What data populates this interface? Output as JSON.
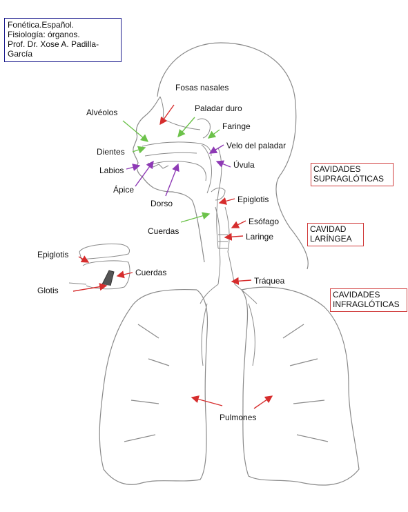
{
  "credit": {
    "line1": "Fonética.Español.",
    "line2": "Fisiología: órganos.",
    "line3": "Prof. Dr. Xose A. Padilla-",
    "line4": "García"
  },
  "labels": {
    "fosas_nasales": "Fosas nasales",
    "alveolos": "Alvéolos",
    "paladar_duro": "Paladar duro",
    "faringe": "Faringe",
    "dientes": "Dientes",
    "velo_del_paladar": "Velo del paladar",
    "labios": "Labios",
    "uvula": "Úvula",
    "apice": "Ápice",
    "dorso": "Dorso",
    "epiglotis": "Epiglotis",
    "cuerdas": "Cuerdas",
    "esofago": "Esófago",
    "laringe": "Laringe",
    "traquea": "Tráquea",
    "pulmones": "Pulmones",
    "inset_epiglotis": "Epiglotis",
    "inset_cuerdas": "Cuerdas",
    "inset_glotis": "Glotis"
  },
  "regions": {
    "supraglotica_line1": "CAVIDADES",
    "supraglotica_line2": "SUPRAGLÓTICAS",
    "laringea_line1": "CAVIDAD",
    "laringea_line2": "LARÍNGEA",
    "infraglotica_line1": "CAVIDADES",
    "infraglotica_line2": "INFRAGLÓTICAS"
  },
  "colors": {
    "sketch": "#8a8a8a",
    "arrow_red": "#d62d2d",
    "arrow_green": "#6cc24a",
    "arrow_purple": "#8e3ab5",
    "credit_border": "#1a1a8c",
    "region_border": "#d03a3a"
  }
}
